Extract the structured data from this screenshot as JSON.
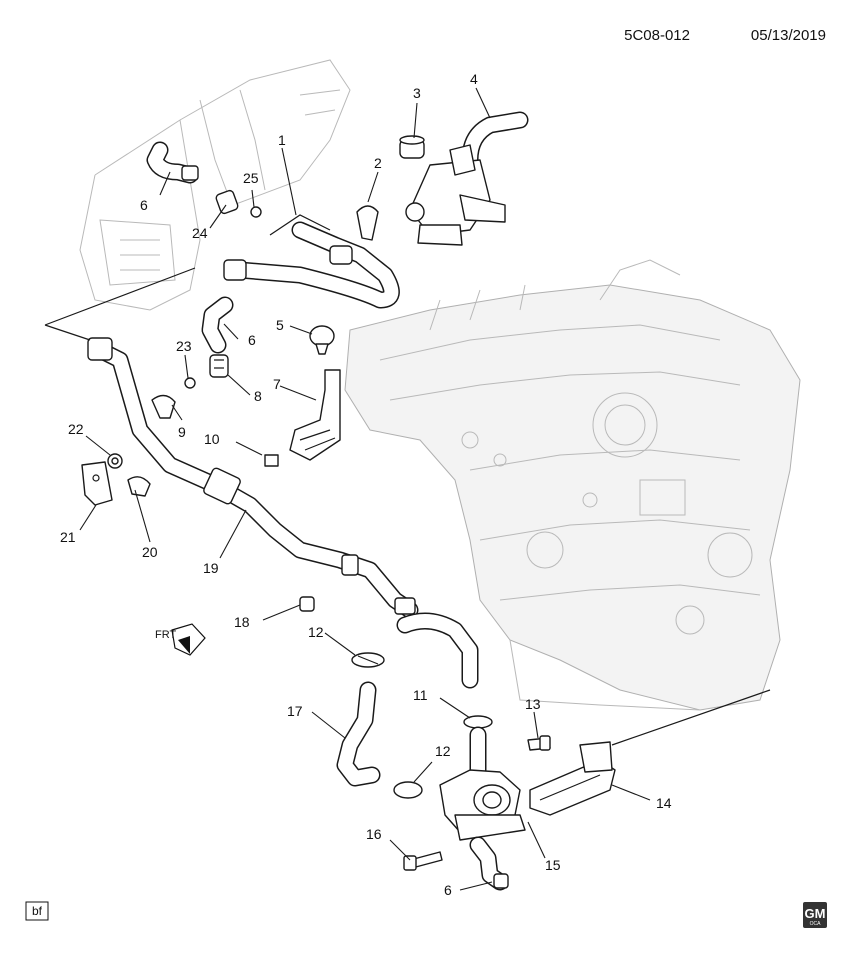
{
  "header": {
    "diagram_id": "5C08-012",
    "date": "05/13/2019"
  },
  "frt_label": "FRT",
  "bf_label": "bf",
  "gm_logo": {
    "text": "GM",
    "sub": "OCA"
  },
  "callouts": [
    "1",
    "2",
    "3",
    "4",
    "5",
    "6",
    "6",
    "6",
    "7",
    "8",
    "9",
    "10",
    "11",
    "12",
    "12",
    "13",
    "14",
    "15",
    "16",
    "17",
    "18",
    "19",
    "20",
    "21",
    "22",
    "23",
    "24",
    "25"
  ]
}
